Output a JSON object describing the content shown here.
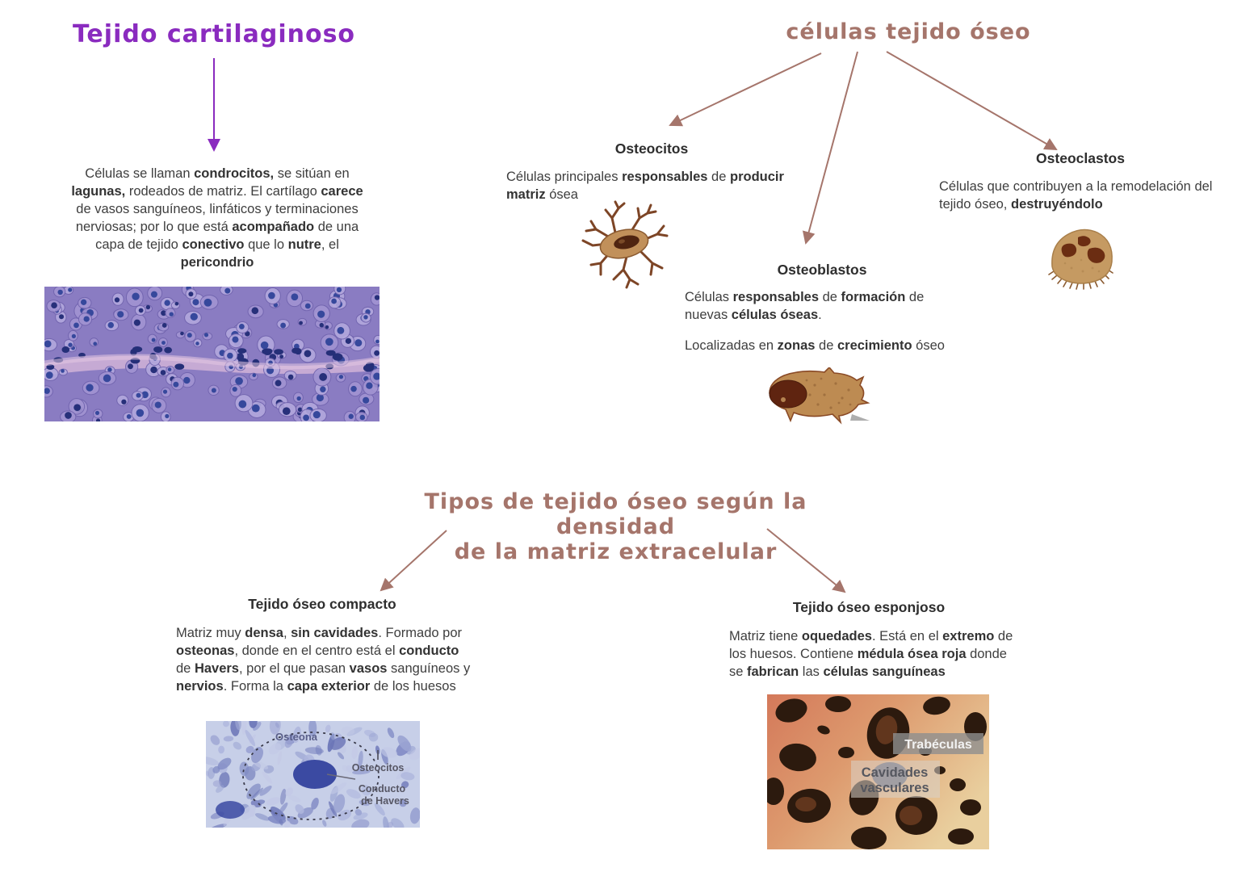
{
  "colors": {
    "purple_heading": "#8a2bbf",
    "brown_heading": "#a5756b",
    "arrow_purple": "#8a2bbf",
    "arrow_brown": "#a5756b",
    "body_text": "#3e3e3e"
  },
  "cartilage_section": {
    "title": "Tejido cartilaginoso",
    "description": [
      {
        "t": "Células se llaman "
      },
      {
        "t": "condrocitos,",
        "b": 1
      },
      {
        "t": " se sitúan en "
      },
      {
        "t": "lagunas,",
        "b": 1
      },
      {
        "t": " rodeados de matriz. El cartílago "
      },
      {
        "t": "carece",
        "b": 1
      },
      {
        "t": " de vasos sanguíneos, linfáticos y terminaciones nerviosas; por lo que está "
      },
      {
        "t": "acompañado",
        "b": 1
      },
      {
        "t": " de una capa de tejido "
      },
      {
        "t": "conectivo",
        "b": 1
      },
      {
        "t": " que lo "
      },
      {
        "t": "nutre",
        "b": 1
      },
      {
        "t": ", el "
      },
      {
        "t": "pericondrio",
        "b": 1
      }
    ],
    "image_name": "cartilage-histology-micrograph"
  },
  "bone_cells_section": {
    "title": "células tejido óseo",
    "osteocitos": {
      "heading": "Osteocitos",
      "description": [
        {
          "t": "Células principales "
        },
        {
          "t": "responsables",
          "b": 1
        },
        {
          "t": " de "
        },
        {
          "t": "producir matriz",
          "b": 1
        },
        {
          "t": " ósea"
        }
      ],
      "image_name": "osteocyte-cell-drawing"
    },
    "osteoblastos": {
      "heading": "Osteoblastos",
      "description1": [
        {
          "t": "Células "
        },
        {
          "t": "responsables",
          "b": 1
        },
        {
          "t": " de "
        },
        {
          "t": "formación",
          "b": 1
        },
        {
          "t": " de nuevas "
        },
        {
          "t": "células óseas",
          "b": 1
        },
        {
          "t": "."
        }
      ],
      "description2": [
        {
          "t": "Localizadas en "
        },
        {
          "t": "zonas",
          "b": 1
        },
        {
          "t": " de "
        },
        {
          "t": "crecimiento",
          "b": 1
        },
        {
          "t": " óseo"
        }
      ],
      "image_name": "osteoblast-cell-drawing"
    },
    "osteoclastos": {
      "heading": "Osteoclastos",
      "description": [
        {
          "t": "Células que contribuyen a la remodelación del tejido óseo, "
        },
        {
          "t": "destruyéndolo",
          "b": 1
        }
      ],
      "image_name": "osteoclast-cell-drawing"
    }
  },
  "bone_types_section": {
    "title_line1": "Tipos de tejido óseo según la densidad",
    "title_line2": "de la matriz extracelular",
    "compacto": {
      "heading": "Tejido óseo compacto",
      "description": [
        {
          "t": "Matriz muy "
        },
        {
          "t": "densa",
          "b": 1
        },
        {
          "t": ", "
        },
        {
          "t": "sin cavidades",
          "b": 1
        },
        {
          "t": ". Formado por "
        },
        {
          "t": "osteonas",
          "b": 1
        },
        {
          "t": ", donde en el centro está el "
        },
        {
          "t": "conducto",
          "b": 1
        },
        {
          "t": " de "
        },
        {
          "t": "Havers",
          "b": 1
        },
        {
          "t": ", por el que pasan "
        },
        {
          "t": "vasos",
          "b": 1
        },
        {
          "t": " sanguíneos y "
        },
        {
          "t": "nervios",
          "b": 1
        },
        {
          "t": ". Forma la "
        },
        {
          "t": "capa exterior",
          "b": 1
        },
        {
          "t": " de los huesos"
        }
      ],
      "image_name": "compact-bone-histology-micrograph",
      "image_labels": {
        "osteona": "Osteona",
        "osteocitos": "Osteocitos",
        "conducto_line1": "Conducto",
        "conducto_line2": "de Havers"
      }
    },
    "esponjoso": {
      "heading": "Tejido óseo esponjoso",
      "description": [
        {
          "t": "Matriz tiene "
        },
        {
          "t": "oquedades",
          "b": 1
        },
        {
          "t": ". Está en el "
        },
        {
          "t": "extremo",
          "b": 1
        },
        {
          "t": " de los huesos. Contiene "
        },
        {
          "t": "médula ósea roja",
          "b": 1
        },
        {
          "t": " donde se "
        },
        {
          "t": "fabrican",
          "b": 1
        },
        {
          "t": " las "
        },
        {
          "t": "células sanguíneas",
          "b": 1
        }
      ],
      "image_name": "spongy-bone-photo",
      "image_labels": {
        "trabeculas": "Trabéculas",
        "cavidades_line1": "Cavidades",
        "cavidades_line2": "vasculares"
      }
    }
  }
}
